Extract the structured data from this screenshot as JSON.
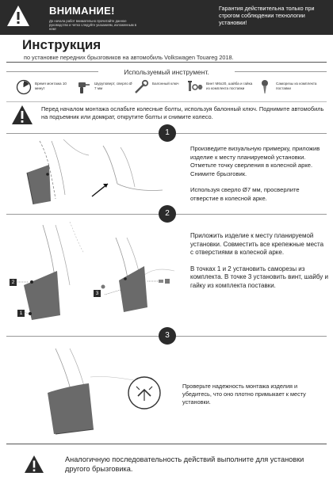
{
  "header": {
    "warning_title": "ВНИМАНИЕ!",
    "warning_sub": "До начала работ внимательно прочитайте данное руководство и четко следуйте указаниям, изложенным в нем!",
    "guarantee": "Гарантия действительна только при строгом соблюдении технологии установки!"
  },
  "doc": {
    "title": "Инструкция",
    "subtitle": "по установке передних брызговиков на автомобиль Volkswagen Touareg 2018."
  },
  "tools": {
    "title": "Используемый инструмент.",
    "items": [
      {
        "icon": "clock-icon",
        "label": "Время монтажа 10 минут"
      },
      {
        "icon": "screwdriver-icon",
        "label": "Шуруповерт, сверло Ø 7 мм"
      },
      {
        "icon": "wrench-icon",
        "label": "Балонный ключ"
      },
      {
        "icon": "bolt-nut-icon",
        "label": "Винт М6х20, шайба и гайка из комплекта поставки"
      },
      {
        "icon": "screw-icon",
        "label": "Саморезы из комплекта поставки"
      }
    ]
  },
  "note": {
    "text": "Перед началом монтажа ослабьте колесные болты, используя балонный ключ. Поднимите автомобиль на подъемник или домкрат, открутите болты и снимите колесо."
  },
  "steps": [
    {
      "number": "1",
      "paragraphs": [
        "Произведите визуальную примерку, приложив изделие к месту планируемой установки. Отметьте точку сверления в колесной арке. Снимите брызговик.",
        "Используя сверло Ø7 мм, просверлите отверстие в колесной арке."
      ]
    },
    {
      "number": "2",
      "paragraphs": [
        "Приложить изделие к месту планируемой установки. Совместить все крепежные места с отверстиями в колесной арке.",
        "В точках 1 и 2 установить саморезы из комплекта. В точке 3 установить винт, шайбу и гайку из комплекта поставки."
      ],
      "point_labels": [
        "2",
        "1",
        "3"
      ]
    },
    {
      "number": "3",
      "paragraphs": [
        "Проверьте надежность монтажа изделия и убедитесь, что оно плотно примыкает к месту установки."
      ]
    }
  ],
  "final": {
    "text": "Аналогичную последовательность действий выполните для установки другого брызговика."
  }
}
